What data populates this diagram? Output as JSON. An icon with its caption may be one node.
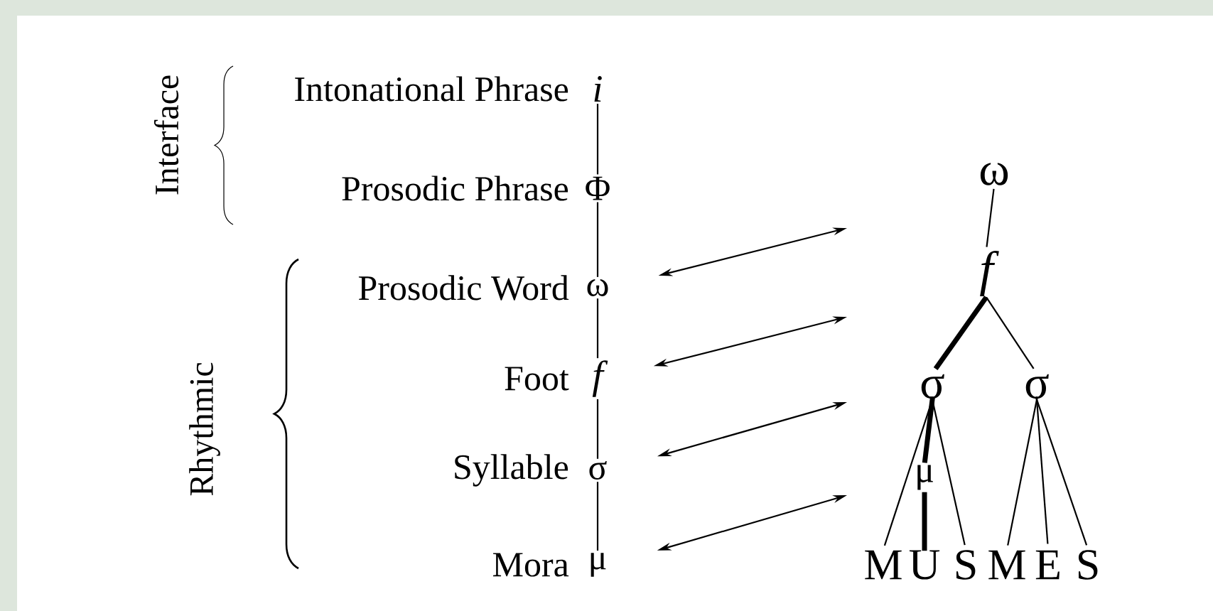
{
  "diagram": {
    "nodes": [
      {
        "text": [
          "i"
        ],
        "beside": [
          "Intonational Phrase"
        ]
      },
      {
        "text": [
          "Φ"
        ],
        "beside": [
          "Prosodic Phrase"
        ]
      },
      {
        "text": [
          "ω"
        ],
        "beside": [
          "Prosodic Word"
        ]
      },
      {
        "text": [
          "f"
        ],
        "beside": [
          "Foot"
        ]
      },
      {
        "text": [
          "σ"
        ],
        "beside": [
          "Syllable"
        ]
      },
      {
        "text": [
          "μ"
        ],
        "beside": [
          "Mora"
        ]
      },
      {
        "text": [
          "ω"
        ]
      },
      {
        "text": [
          "f"
        ]
      },
      {
        "text": [
          "σ"
        ]
      },
      {
        "text": [
          "σ"
        ]
      },
      {
        "text": [
          "μ"
        ]
      },
      {
        "text": [
          "M"
        ]
      },
      {
        "text": [
          "U"
        ]
      },
      {
        "text": [
          "S"
        ]
      },
      {
        "text": [
          "M"
        ]
      },
      {
        "text": [
          "E"
        ]
      },
      {
        "text": [
          "S"
        ]
      }
    ],
    "edges": [
      {
        "from": 0,
        "to": 1,
        "arrow": "none"
      },
      {
        "from": 1,
        "to": 2,
        "arrow": "none"
      },
      {
        "from": 2,
        "to": 3,
        "arrow": "none"
      },
      {
        "from": 3,
        "to": 4,
        "arrow": "none"
      },
      {
        "from": 4,
        "to": 5,
        "arrow": "none"
      },
      {
        "from": 2,
        "to": null,
        "arrow": "both"
      },
      {
        "from": 3,
        "to": null,
        "arrow": "both"
      },
      {
        "from": 4,
        "to": null,
        "arrow": "both"
      },
      {
        "from": 5,
        "to": null,
        "arrow": "both"
      },
      {
        "from": 6,
        "to": 7,
        "arrow": "none"
      },
      {
        "from": 7,
        "to": 8,
        "arrow": "none",
        "style": "thick"
      },
      {
        "from": 7,
        "to": 9,
        "arrow": "none"
      },
      {
        "from": 8,
        "to": 11,
        "arrow": "none"
      },
      {
        "from": 8,
        "to": 10,
        "arrow": "none",
        "style": "thick"
      },
      {
        "from": 10,
        "to": 12,
        "arrow": "none",
        "style": "thick"
      },
      {
        "from": 8,
        "to": 13,
        "arrow": "none"
      },
      {
        "from": 9,
        "to": 14,
        "arrow": "none"
      },
      {
        "from": 9,
        "to": 15,
        "arrow": "none"
      },
      {
        "from": 9,
        "to": 16,
        "arrow": "none"
      }
    ],
    "labels": [
      "Interface",
      "Rhythmic"
    ]
  }
}
